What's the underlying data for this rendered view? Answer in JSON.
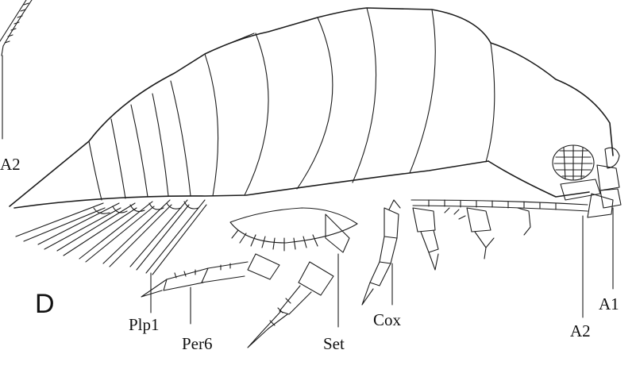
{
  "figure": {
    "panel_letter": "D",
    "labels": {
      "a2_top": "A2",
      "plp1": "Plp1",
      "per6": "Per6",
      "set": "Set",
      "cox": "Cox",
      "a2": "A2",
      "a1": "A1"
    }
  }
}
